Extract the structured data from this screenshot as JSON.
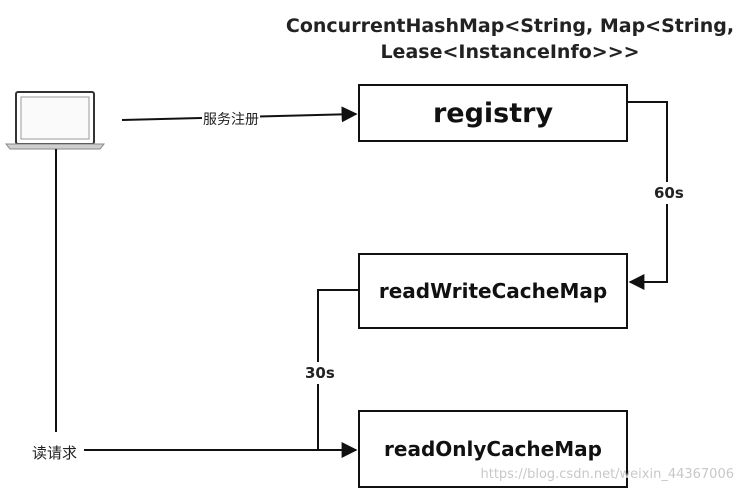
{
  "title_line1": "ConcurrentHashMap<String, Map<String,",
  "title_line2": "Lease<InstanceInfo>>>",
  "nodes": {
    "registry": "registry",
    "read_write_cache": "readWriteCacheMap",
    "read_only_cache": "readOnlyCacheMap"
  },
  "edges": {
    "register_label": "服务注册",
    "interval_60s": "60s",
    "interval_30s": "30s",
    "read_request_label": "读请求"
  },
  "client_icon": "laptop-icon",
  "watermark": "https://blog.csdn.net/weixin_44367006"
}
